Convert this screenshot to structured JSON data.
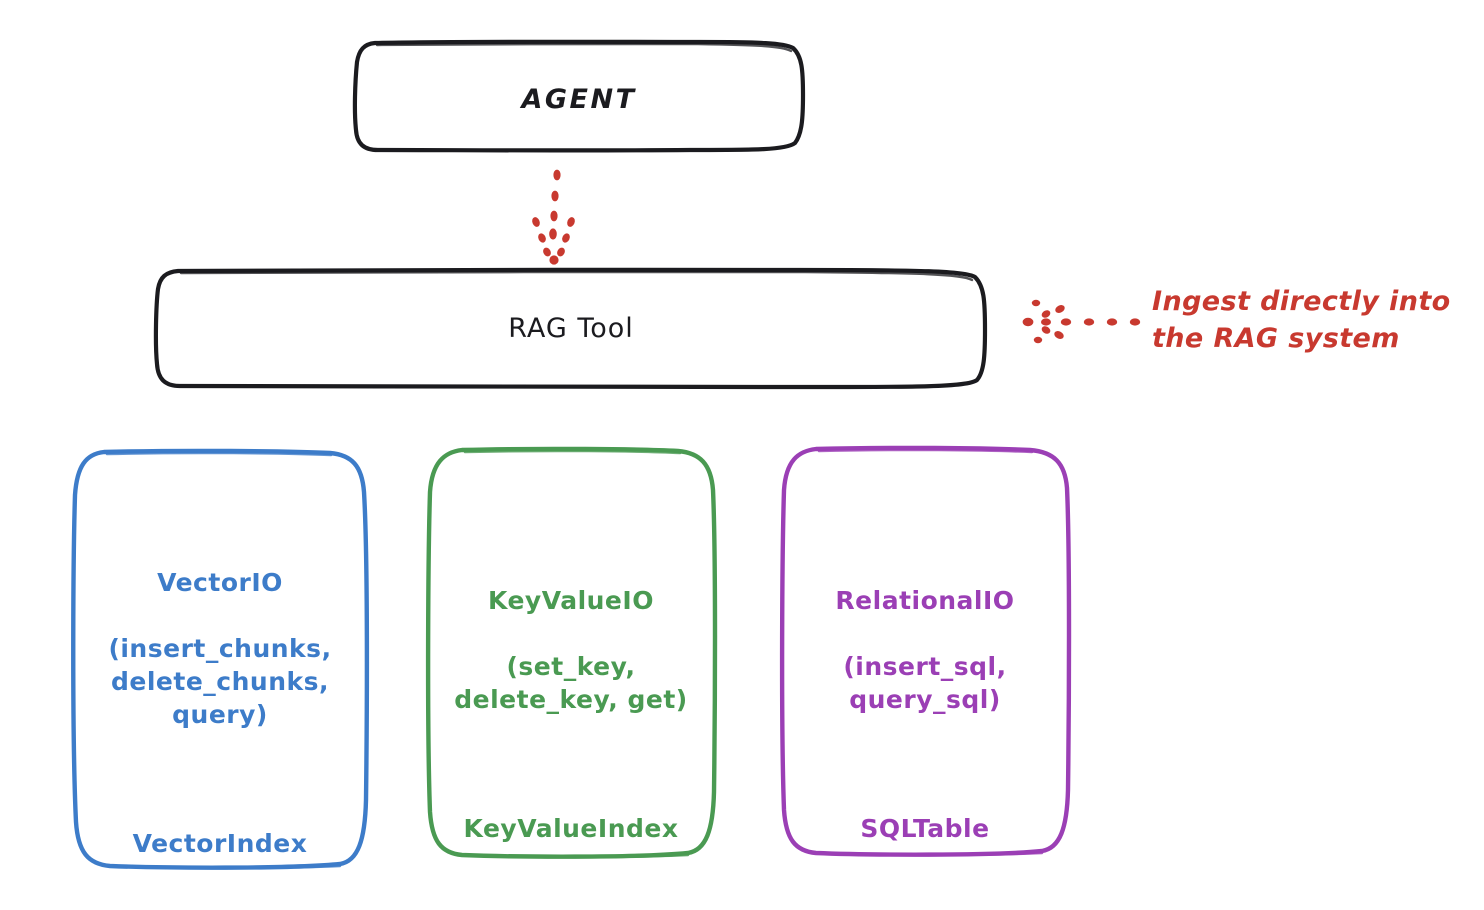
{
  "diagram": {
    "type": "architecture-flow",
    "background": "#ffffff",
    "style": "hand-drawn"
  },
  "colors": {
    "black": "#1b1b1f",
    "blue": "#3d7cc9",
    "green": "#4a9a52",
    "purple": "#9b3fb5",
    "red": "#c8392f",
    "canvas": "#ffffff"
  },
  "nodes": {
    "agent": {
      "label": "AGENT",
      "color": "#1b1b1f"
    },
    "rag_tool": {
      "label": "RAG Tool",
      "color": "#1b1b1f"
    },
    "vector_io": {
      "title": "VectorIO",
      "methods": "(insert_chunks,\ndelete_chunks,\nquery)",
      "entity": "VectorIndex",
      "color": "#3d7cc9"
    },
    "key_value_io": {
      "title": "KeyValueIO",
      "methods": "(set_key,\ndelete_key, get)",
      "entity": "KeyValueIndex",
      "color": "#4a9a52"
    },
    "relational_io": {
      "title": "RelationalIO",
      "methods": "(insert_sql,\nquery_sql)",
      "entity": "SQLTable",
      "color": "#9b3fb5"
    }
  },
  "connectors": {
    "agent_to_rag": {
      "name": "dotted-arrow-down",
      "style": "dotted",
      "color": "#c8392f",
      "direction": "down"
    },
    "ingest_arrow": {
      "name": "dotted-arrow-left",
      "style": "dotted",
      "color": "#c8392f",
      "direction": "left"
    }
  },
  "annotations": {
    "ingest": {
      "text": "Ingest directly into\nthe RAG system",
      "color": "#c8392f"
    }
  }
}
